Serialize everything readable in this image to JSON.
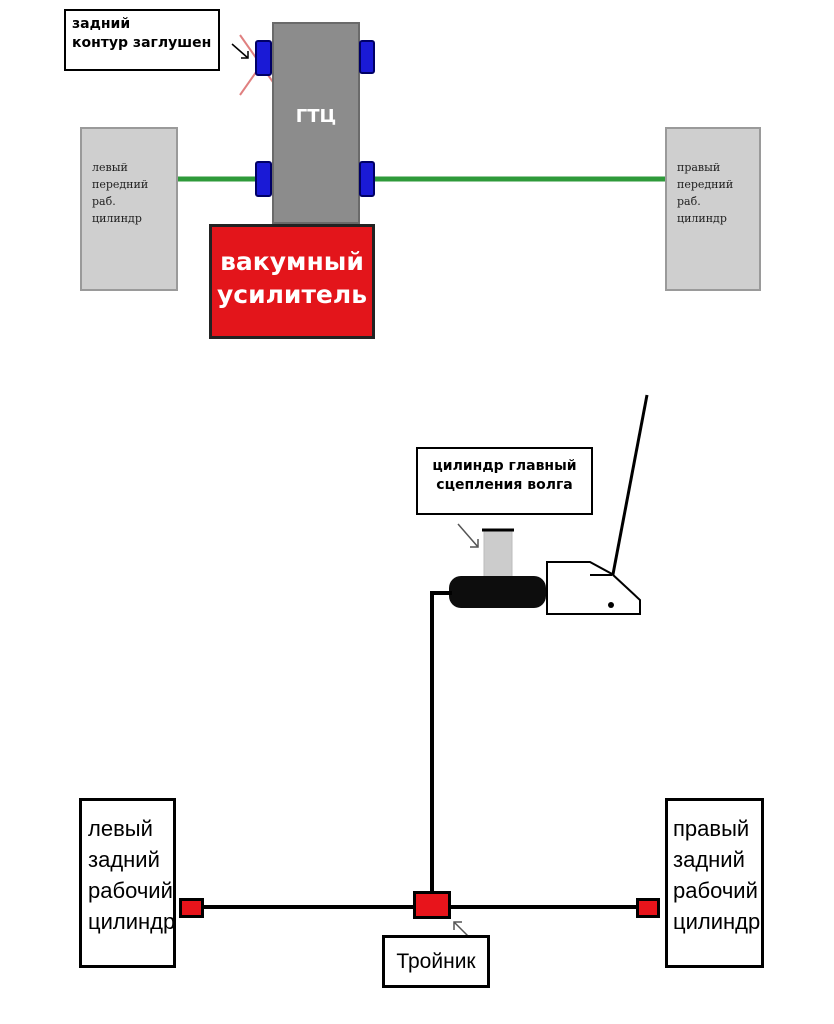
{
  "top": {
    "note_rear_plugged": [
      "задний",
      "контур заглушен"
    ],
    "master_cylinder": "ГТЦ",
    "booster": [
      "вакумный",
      "усилитель"
    ],
    "left_front": [
      "левый",
      "передний",
      "раб.",
      "цилиндр"
    ],
    "right_front": [
      "правый",
      "передний",
      "раб.",
      "цилиндр"
    ]
  },
  "bottom": {
    "clutch_master": [
      "цилиндр главный",
      "сцепления волга"
    ],
    "left_rear": [
      "левый",
      "задний",
      "рабочий",
      "цилиндр"
    ],
    "right_rear": [
      "правый",
      "задний",
      "рабочий",
      "цилиндр"
    ],
    "tee": "Тройник"
  },
  "colors": {
    "booster": "#e3151b",
    "master_cylinder": "#8c8c8c",
    "ports": "#1a1ad6",
    "front_lines": "#2e9a3a",
    "fittings": "#e8141b"
  }
}
